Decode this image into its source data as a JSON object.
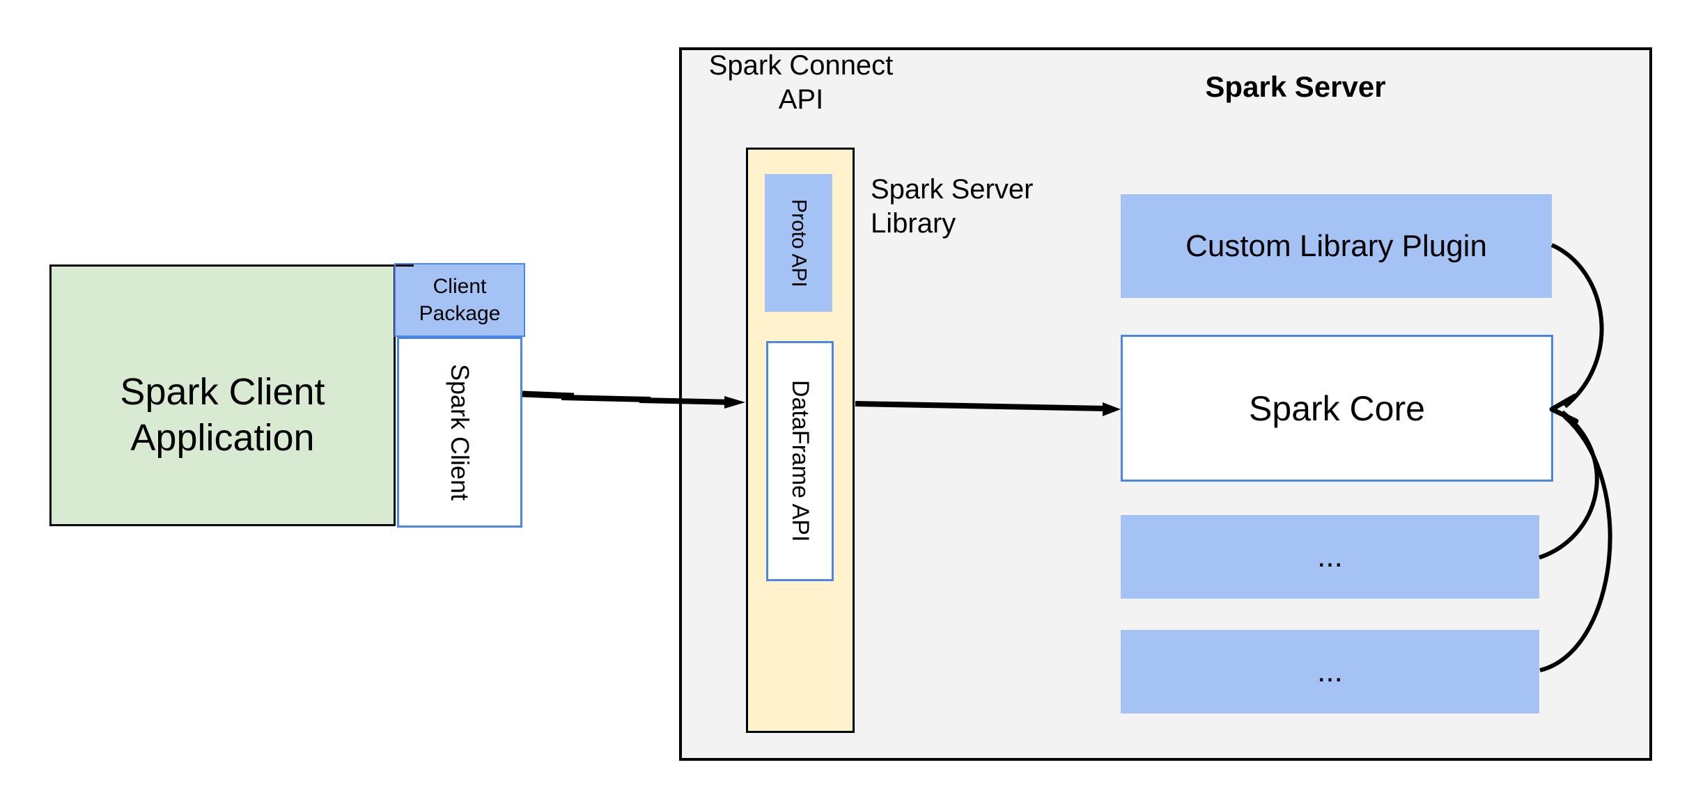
{
  "colors": {
    "green_fill": "#d9ead3",
    "blue_fill": "#a4c2f4",
    "blue_border": "#4a86e8",
    "yellow_fill": "#fff2cc",
    "gray_fill": "#f3f3f3",
    "line": "#000000"
  },
  "client": {
    "application_label": "Spark Client\nApplication",
    "package_label": "Client\nPackage",
    "spark_client_label": "Spark Client"
  },
  "connect": {
    "api_label": "Spark Connect\nAPI",
    "proto_api_label": "Proto API",
    "dataframe_api_label": "DataFrame API",
    "server_library_label": "Spark Server\nLibrary"
  },
  "server": {
    "title": "Spark Server",
    "plugin_label": "Custom Library Plugin",
    "core_label": "Spark Core",
    "more_top_label": "...",
    "more_bottom_label": "..."
  }
}
